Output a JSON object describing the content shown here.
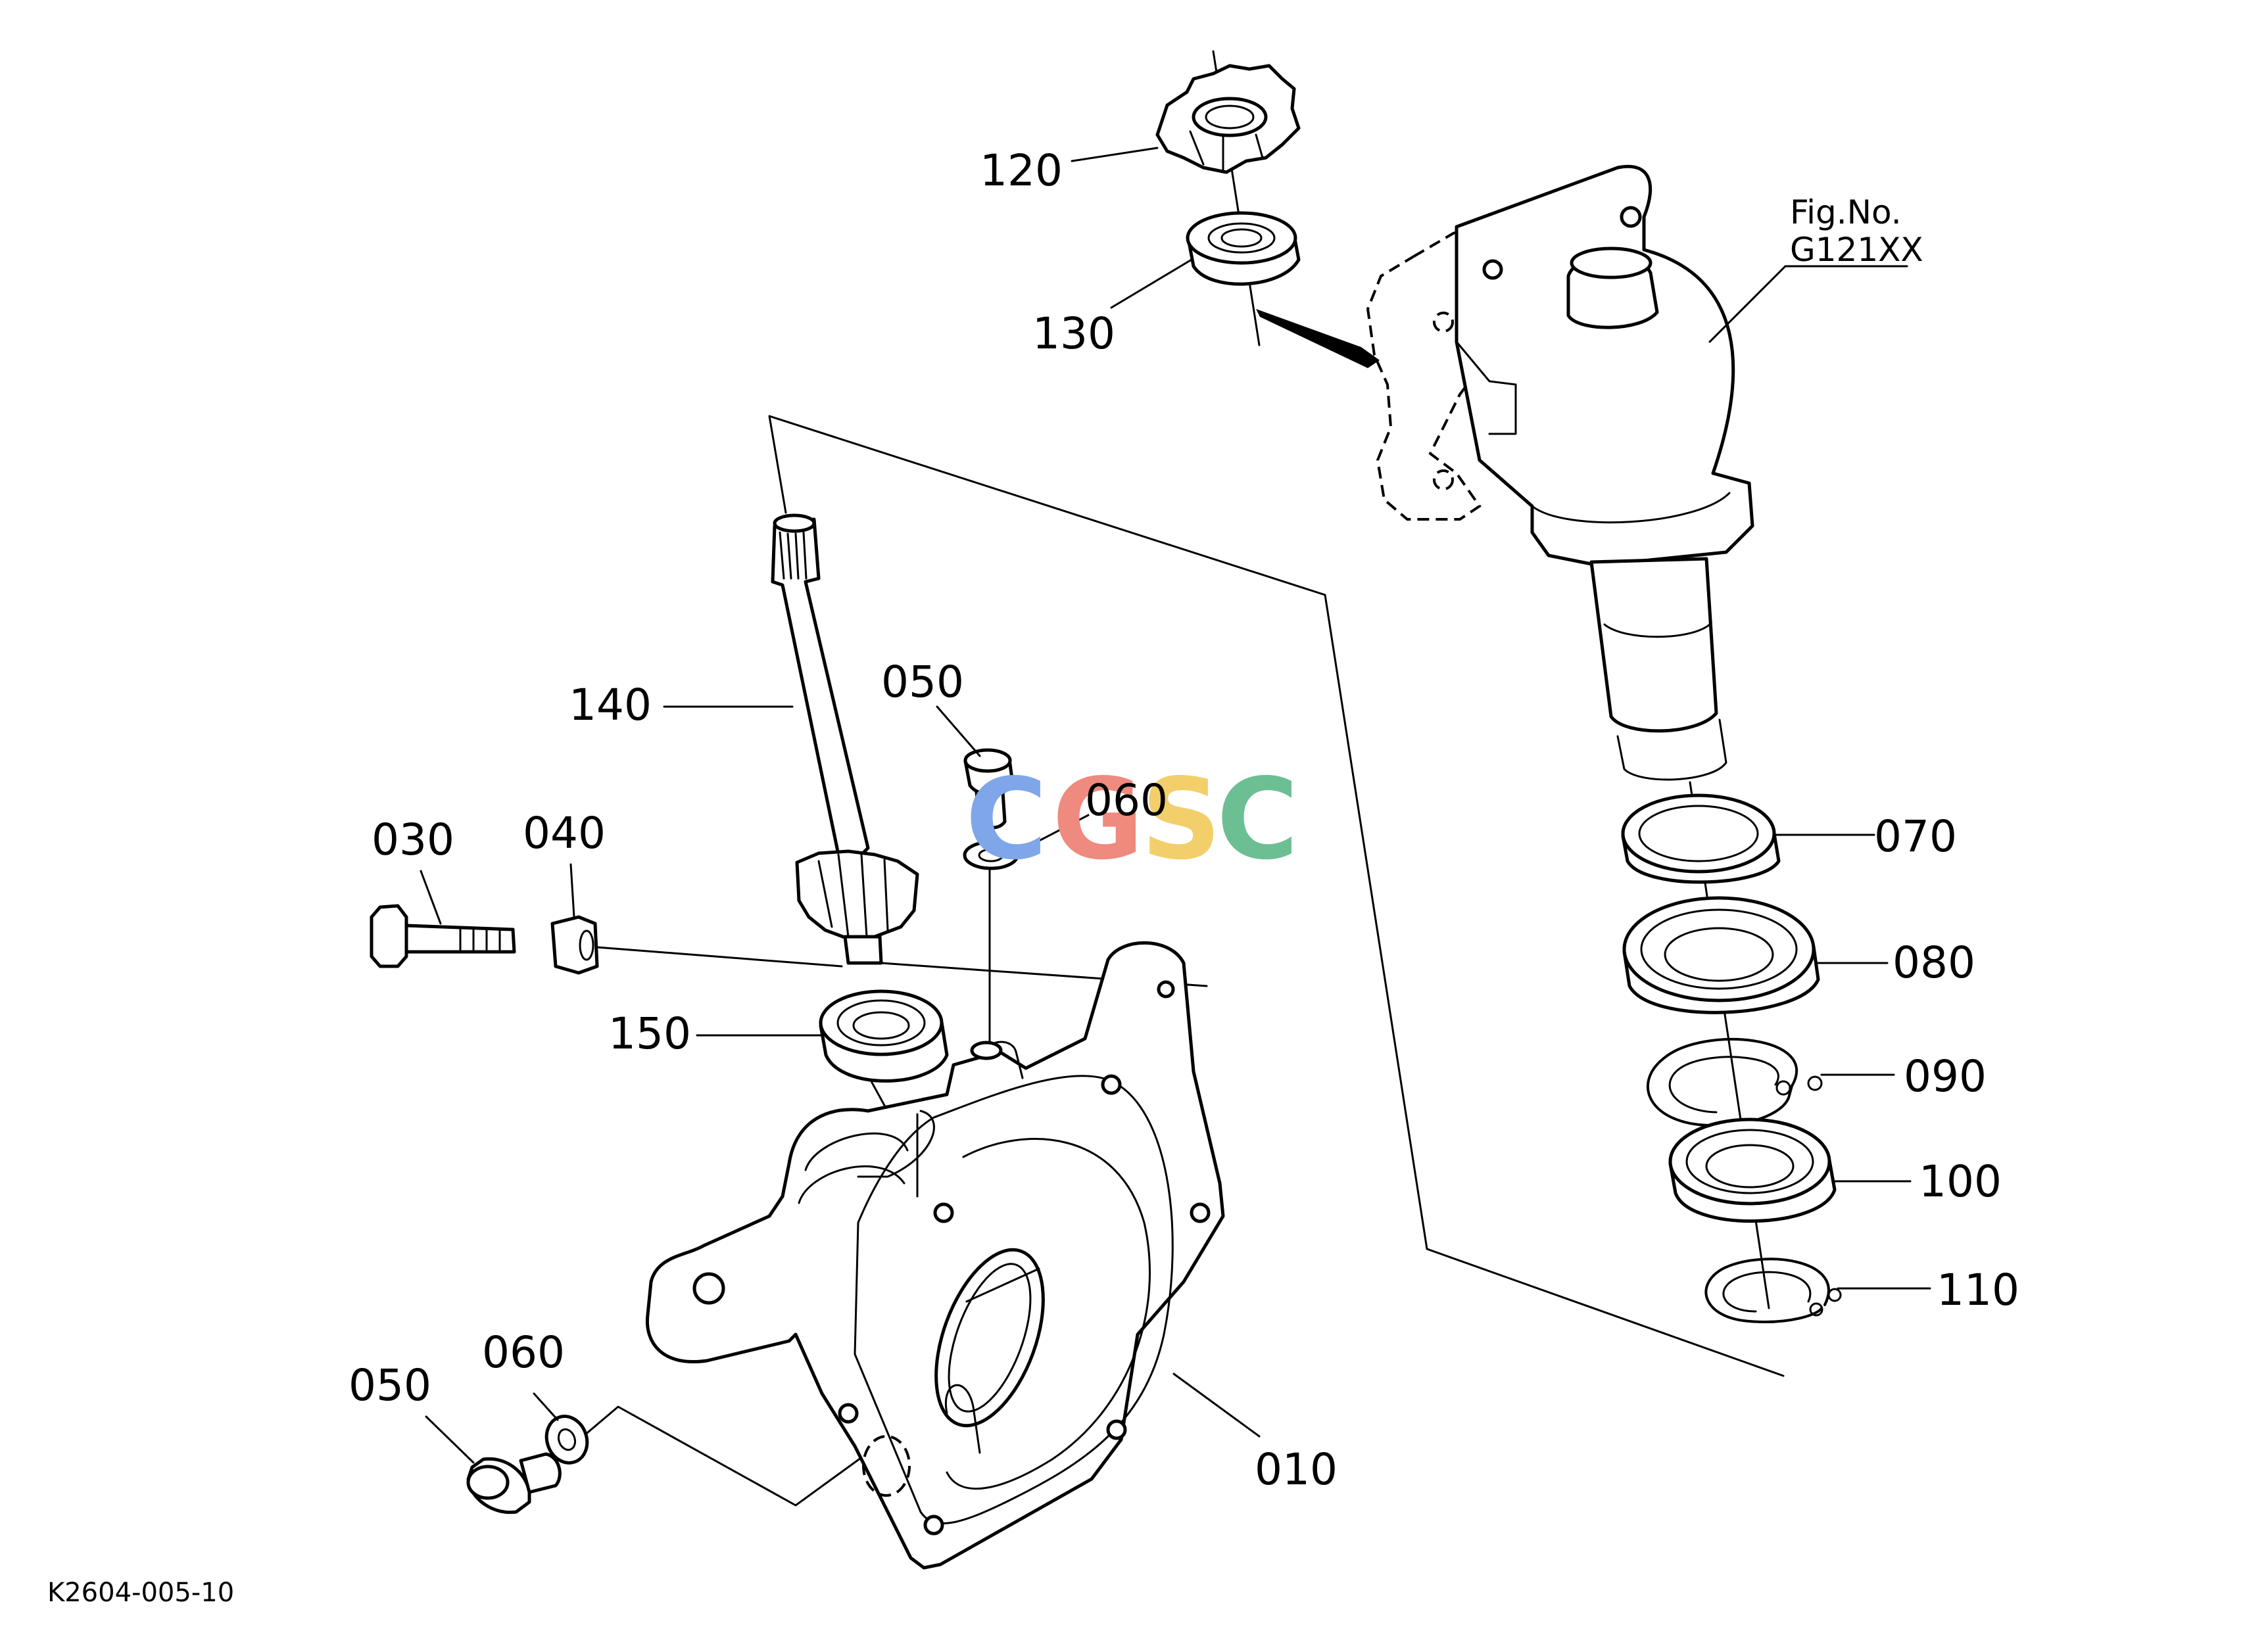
{
  "figure_ref": {
    "line1": "Fig.No.",
    "line2": "G121XX"
  },
  "drawing_code": "K2604-005-10",
  "watermark": {
    "letters": [
      "C",
      "G",
      "S",
      "C"
    ],
    "colors": [
      "#7fa6e8",
      "#ee8a7e",
      "#f2cf6a",
      "#6cbf93"
    ]
  },
  "callouts": {
    "p120": "120",
    "p130": "130",
    "p140": "140",
    "p150": "150",
    "p050_top": "050",
    "p060_top": "060",
    "p030": "030",
    "p040": "040",
    "p050_bottom": "050",
    "p060_bottom": "060",
    "p010": "010",
    "p070": "070",
    "p080": "080",
    "p090": "090",
    "p100": "100",
    "p110": "110"
  }
}
